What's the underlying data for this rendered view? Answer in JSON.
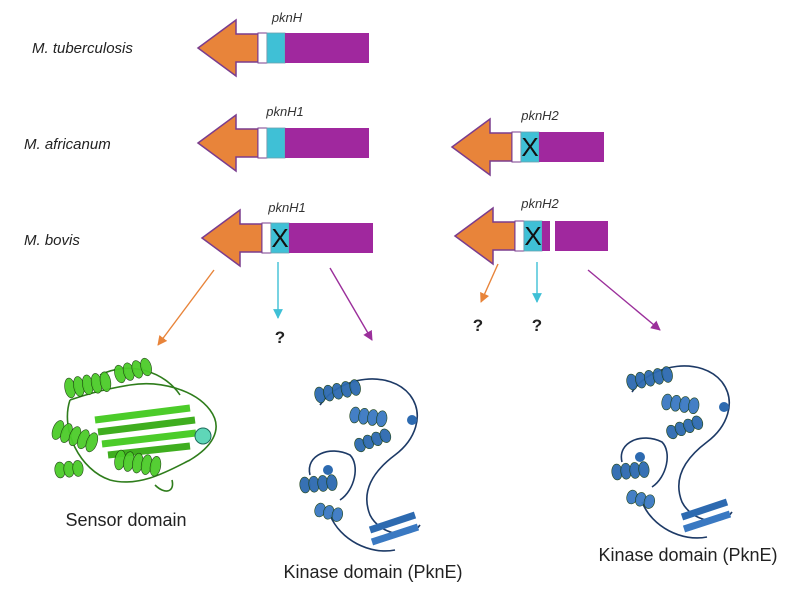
{
  "species": {
    "tuberculosis": "M. tuberculosis",
    "africanum": "M. africanum",
    "bovis": "M. bovis"
  },
  "genes": {
    "tb_pknH": "pknH",
    "af_pknH1": "pknH1",
    "af_pknH2": "pknH2",
    "bo_pknH1": "pknH1",
    "bo_pknH2": "pknH2"
  },
  "mutation_mark": "X",
  "unknown_mark": "?",
  "captions": {
    "sensor": "Sensor domain",
    "kinase_mid": "Kinase domain (PknE)",
    "kinase_right": "Kinase domain (PknE)"
  },
  "colors": {
    "sensor_domain": "#e8843a",
    "juxtamembrane": "#3fc0d6",
    "kinase_domain": "#a0289e",
    "sensor_arrow": "#e8843a",
    "tm_arrow": "#3fc0d6",
    "kinase_arrow": "#9b2f9b",
    "sensor_structure": "#4ccc2a",
    "kinase_structure": "#2d6ab0"
  }
}
